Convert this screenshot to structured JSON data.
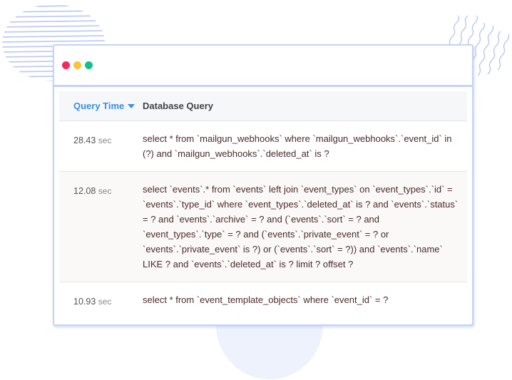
{
  "window": {
    "controls": [
      {
        "name": "close",
        "color": "#f5285a"
      },
      {
        "name": "minimize",
        "color": "#fbc437"
      },
      {
        "name": "maximize",
        "color": "#14bf8d"
      }
    ]
  },
  "table": {
    "columns": {
      "query_time": "Query Time",
      "database_query": "Database Query"
    },
    "sort": {
      "column": "query_time",
      "direction": "desc"
    },
    "rows": [
      {
        "time": "28.43",
        "unit": "sec",
        "query": "select * from `mailgun_webhooks` where `mailgun_webhooks`.`event_id` in (?) and `mailgun_webhooks`.`deleted_at` is ?"
      },
      {
        "time": "12.08",
        "unit": "sec",
        "query": "select `events`.* from `events` left join `event_types` on `event_types`.`id` = `events`.`type_id` where `event_types`.`deleted_at` is ? and `events`.`status` = ? and `events`.`archive` = ? and (`events`.`sort` = ? and `event_types`.`type` = ? and (`events`.`private_event` = ? or `events`.`private_event` is ?) or (`events`.`sort` = ?)) and `events`.`name` LIKE ? and `events`.`deleted_at` is ? limit ? offset ?"
      },
      {
        "time": "10.93",
        "unit": "sec",
        "query": "select * from `event_template_objects` where `event_id` = ?"
      }
    ]
  },
  "colors": {
    "accent": "#3a8ee6",
    "window_border": "#c4d3f7",
    "decoration": "#eef2fd"
  }
}
